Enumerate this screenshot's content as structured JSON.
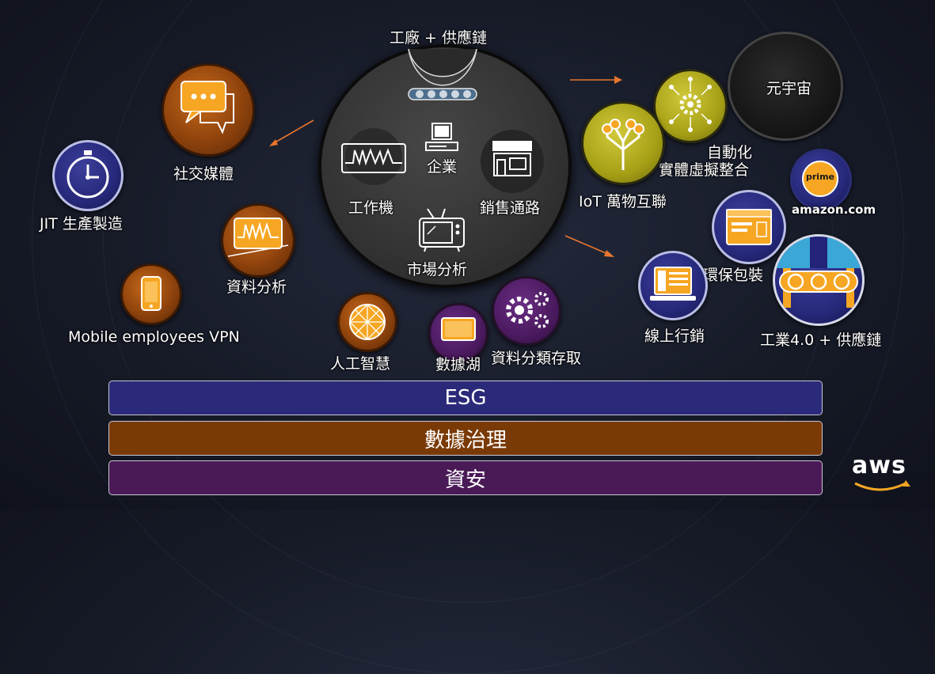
{
  "hub": {
    "title": "工廠 + 供應鏈",
    "items": [
      {
        "label": "企業",
        "icon": "computer-icon"
      },
      {
        "label": "工作機",
        "icon": "waveform-monitor-icon"
      },
      {
        "label": "銷售通路",
        "icon": "storefront-icon"
      },
      {
        "label": "市場分析",
        "icon": "tv-icon"
      }
    ]
  },
  "left": {
    "social_media": "社交媒體",
    "jit": "JIT 生產製造",
    "data_analysis": "資料分析",
    "mobile_vpn": "Mobile employees VPN"
  },
  "bottom": {
    "ai": "人工智慧",
    "data_lake": "數據湖",
    "data_classification": "資料分類存取"
  },
  "right": {
    "metaverse": "元宇宙",
    "automation_line1": "自動化",
    "automation_line2": "實體虛擬整合",
    "iot": "IoT 萬物互聯",
    "amazon_prime": "prime",
    "amazon_com": "amazon.com",
    "eco_packaging": "環保包裝",
    "online_marketing": "線上行銷",
    "industry4": "工業4.0 + 供應鏈"
  },
  "layers": {
    "esg": "ESG",
    "data_governance": "數據治理",
    "security": "資安"
  },
  "logo": {
    "text": "aws"
  },
  "colors": {
    "esg": "#2b2a7a",
    "data_governance": "#7a3a06",
    "security": "#4a1a57",
    "arrow": "#e8762e",
    "orange_circle": "#8f430c",
    "navy_circle": "#26287a",
    "purple_circle": "#4b1a5f",
    "olive_circle": "#a6a016"
  }
}
